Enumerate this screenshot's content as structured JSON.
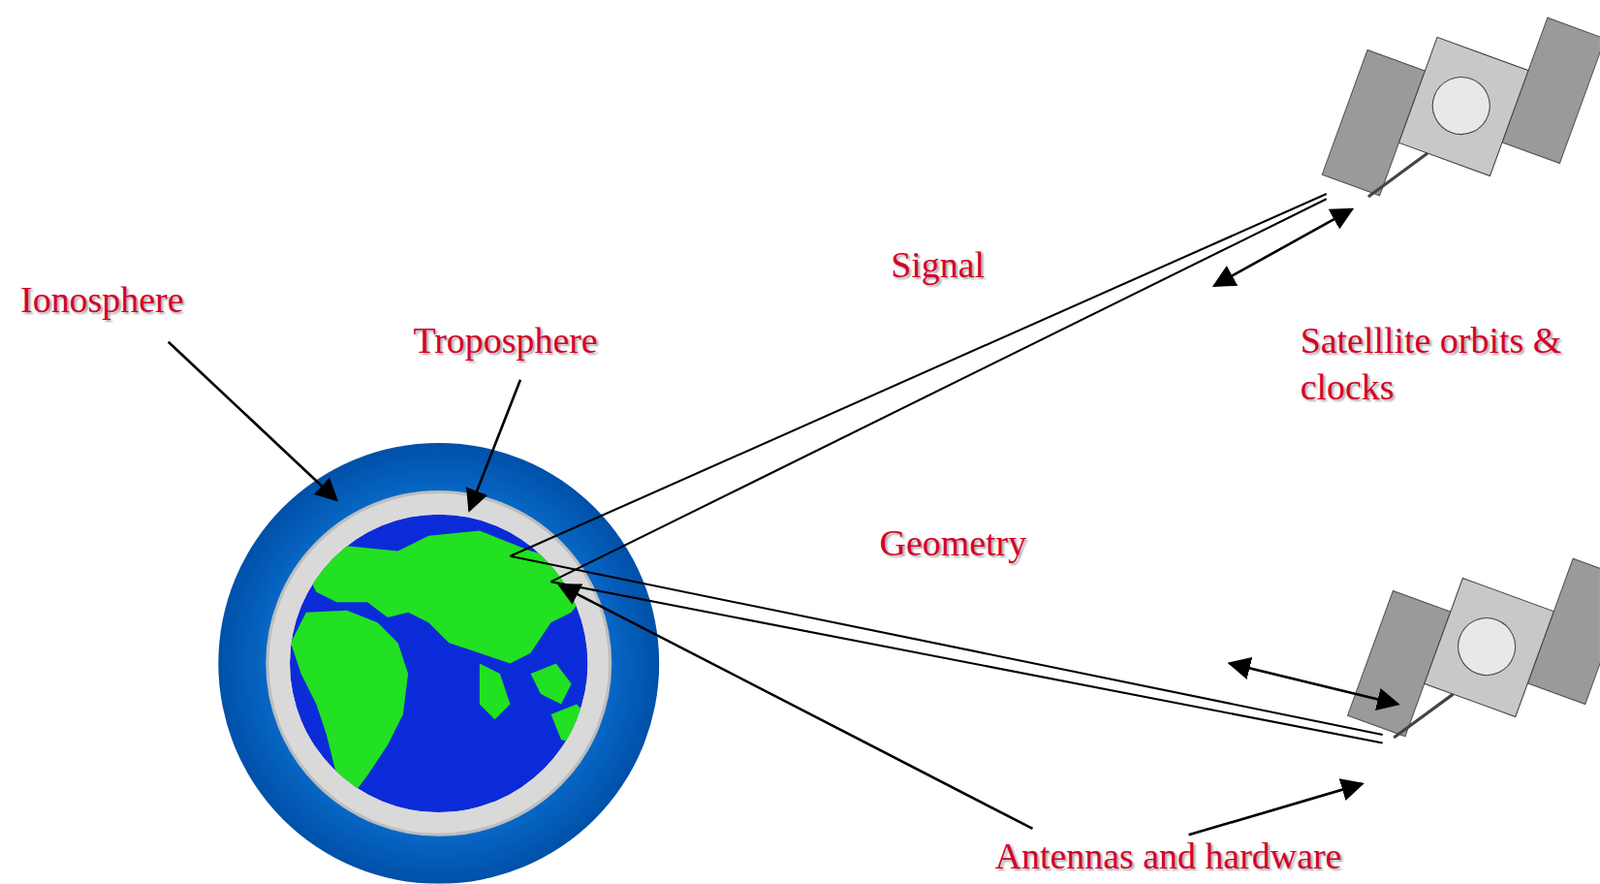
{
  "diagram": {
    "labels": [
      "Ionosphere",
      "Troposphere",
      "Signal",
      "Satelllite orbits & clocks",
      "Geometry",
      "Antennas and hardware"
    ]
  }
}
